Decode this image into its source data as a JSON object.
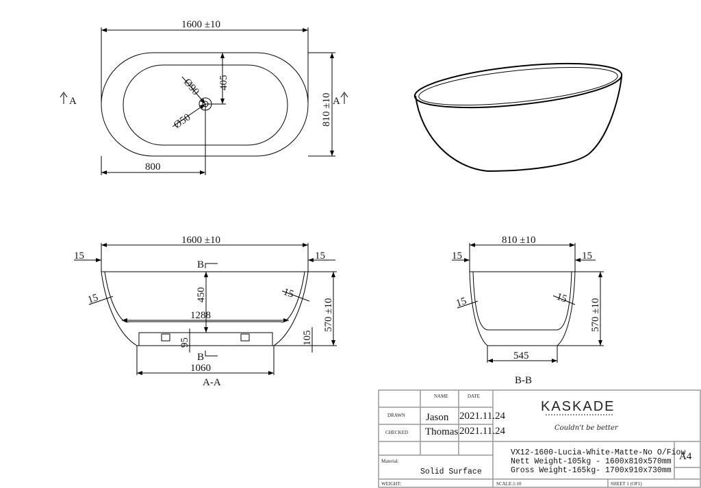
{
  "top_view": {
    "width_dim": "1600 ±10",
    "depth_dim": "810 ±10",
    "drain_offset": "405",
    "half_width": "800",
    "drain_dia_outer": "Ø90",
    "drain_dia_inner": "Ø50",
    "section_mark": "A"
  },
  "section_aa": {
    "width_dim": "1600 ±10",
    "wall_left": "15",
    "wall_right": "15",
    "wall_side_left": "15",
    "wall_side_right": "15",
    "depth": "450",
    "floor_width": "1288",
    "height_dim": "570 ±10",
    "base_gap": "95",
    "base_height": "105",
    "base_width": "1060",
    "section_mark": "B",
    "title": "A-A"
  },
  "section_bb": {
    "width_dim": "810 ±10",
    "wall_left": "15",
    "wall_right": "15",
    "wall_side_left": "15",
    "wall_side_right": "15",
    "height_dim": "570 ±10",
    "base_width": "545",
    "title": "B-B"
  },
  "title_block": {
    "name_header": "NAME",
    "date_header": "DATE",
    "drawn_label": "DRAWN",
    "drawn_name": "Jason",
    "drawn_date": "2021.11.24",
    "checked_label": "CHECKED",
    "checked_name": "Thomas",
    "checked_date": "2021.11.24",
    "material_label": "Material:",
    "material": "Solid Surface",
    "weight_label": "WEIGHT:",
    "scale": "SCALE:1:10",
    "sheet": "SHEET 1 (OF1)",
    "brand": "KASKADE",
    "tagline": "Couldn't be better",
    "product_line1": "VX12-1600-Lucia-White-Matte-No O/Fiow",
    "product_line2": "Nett Weight-105kg - 1600x810x570mm",
    "product_line3": "Gross Weight-165kg- 1700x910x730mm",
    "paper_size": "A4"
  }
}
